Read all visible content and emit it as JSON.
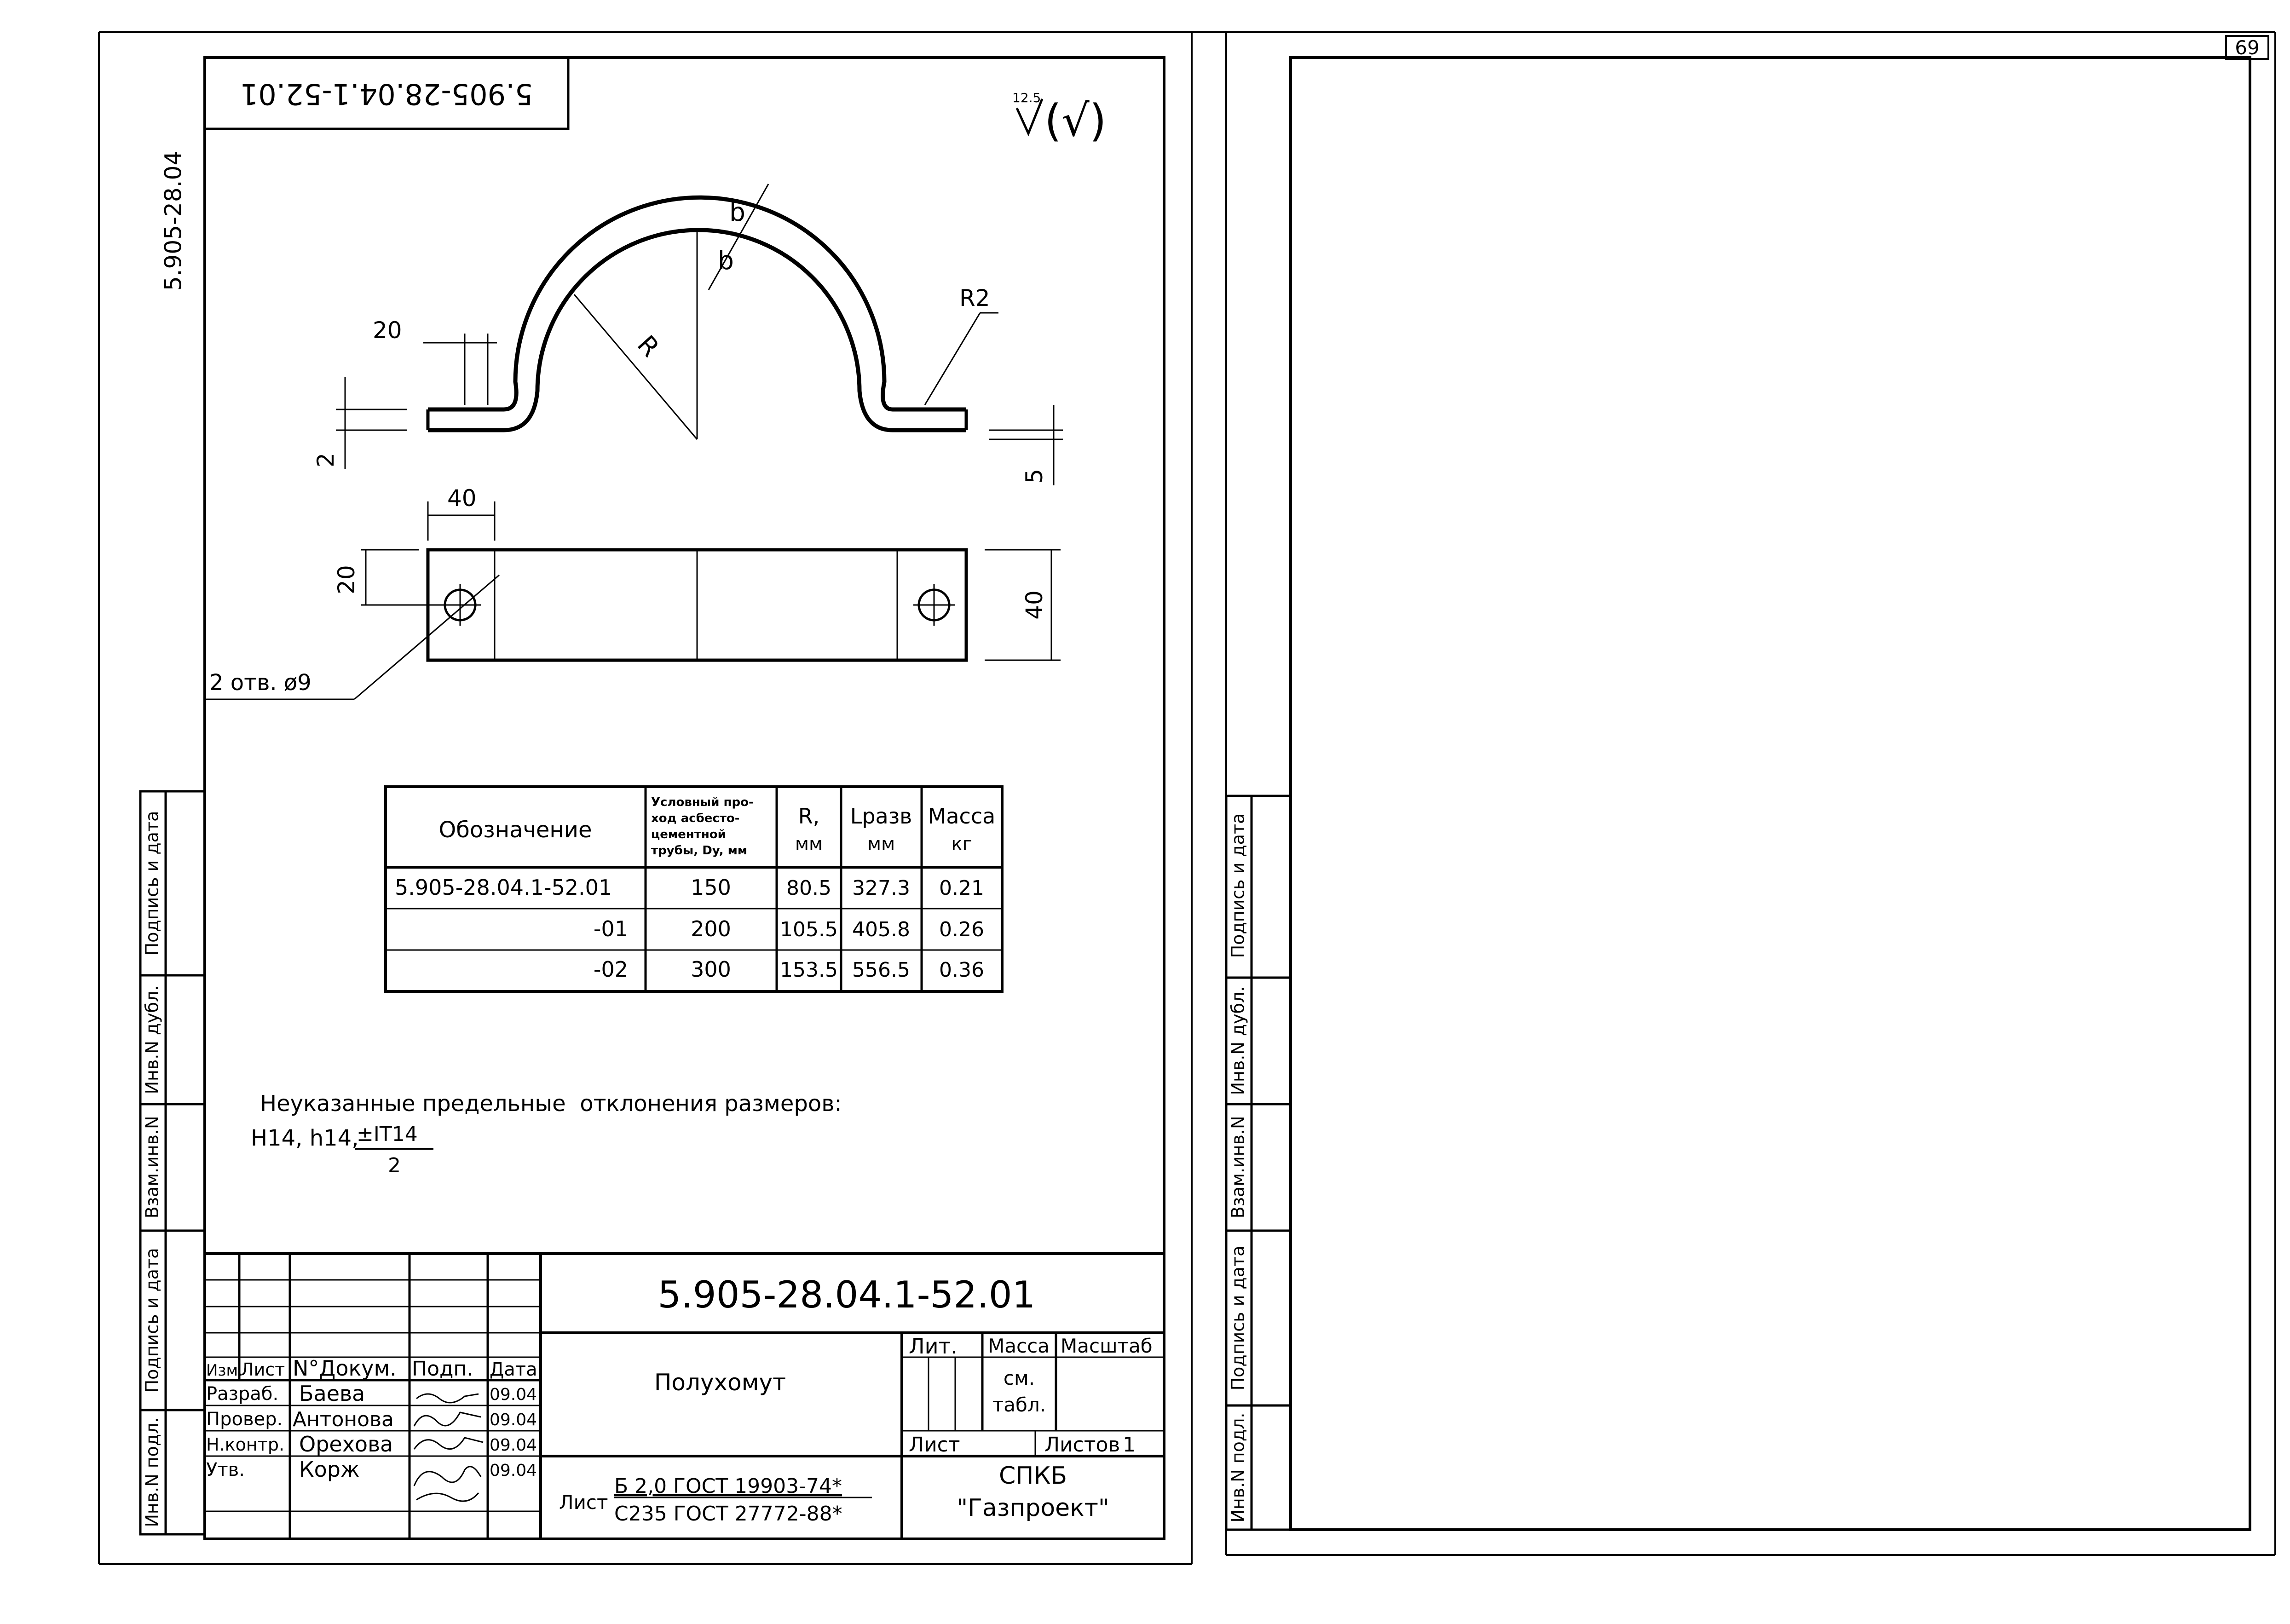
{
  "page_number": "69",
  "series_code": "5.905-28.04",
  "rotated_code": "5.905-28.04.1-52.01",
  "roughness": {
    "value": "12.5",
    "suffix": "(√)"
  },
  "dims": {
    "d20_top": "20",
    "d2": "2",
    "R": "R",
    "R2": "R2",
    "d5": "5",
    "d40_top": "40",
    "d20_side": "20",
    "d40_right": "40",
    "holes": "2 отв. ø9",
    "b": "b"
  },
  "table": {
    "headers": {
      "designation": "Обозначение",
      "dn_lines": [
        "Условный про-",
        "ход асбесто-",
        "цементной",
        "трубы, Dy, мм"
      ],
      "r_top": "R,",
      "r_bottom": "мм",
      "l_top": "Lразв",
      "l_bottom": "мм",
      "m_top": "Масса",
      "m_bottom": "кг"
    },
    "rows": [
      {
        "designation": "5.905-28.04.1-52.01",
        "dn": "150",
        "r": "80.5",
        "l": "327.3",
        "m": "0.21"
      },
      {
        "designation": "-01",
        "dn": "200",
        "r": "105.5",
        "l": "405.8",
        "m": "0.26"
      },
      {
        "designation": "-02",
        "dn": "300",
        "r": "153.5",
        "l": "556.5",
        "m": "0.36"
      }
    ]
  },
  "note": {
    "line1": "Неуказанные предельные  отклонения размеров:",
    "line2": "H14, h14,",
    "frac_num": "±IT14",
    "frac_den": "2"
  },
  "side_labels": {
    "podpis": "Подпись и дата",
    "vzam": "Взам.инв.N",
    "inv_dubl": "Инв.N дубл.",
    "inv_podl": "Инв.N подл."
  },
  "title_block": {
    "doc_code": "5.905-28.04.1-52.01",
    "name": "Полухомут",
    "headers": {
      "izm": "Изм.",
      "list": "Лист",
      "ndoc": "N°Докум.",
      "podp": "Подп.",
      "data": "Дата"
    },
    "people": [
      {
        "role": "Разраб.",
        "name": "Баева",
        "date": "09.04"
      },
      {
        "role": "Провер.",
        "name": "Антонова",
        "date": "09.04"
      },
      {
        "role": "Н.контр.",
        "name": "Орехова",
        "date": "09.04"
      },
      {
        "role": "Утв.",
        "name": "Корж",
        "date": "09.04"
      }
    ],
    "lit": "Лит.",
    "massa": "Масса",
    "masshtab": "Масштаб",
    "mass_line1": "см.",
    "mass_line2": "табл.",
    "list_label": "Лист",
    "listov_label": "Листов",
    "listov": "1",
    "material_prefix": "Лист",
    "material_line1": "Б 2,0 ГОСТ 19903-74*",
    "material_line2": "С235 ГОСТ 27772-88*",
    "org_line1": "СПКБ",
    "org_line2": "\"Газпроект\""
  }
}
